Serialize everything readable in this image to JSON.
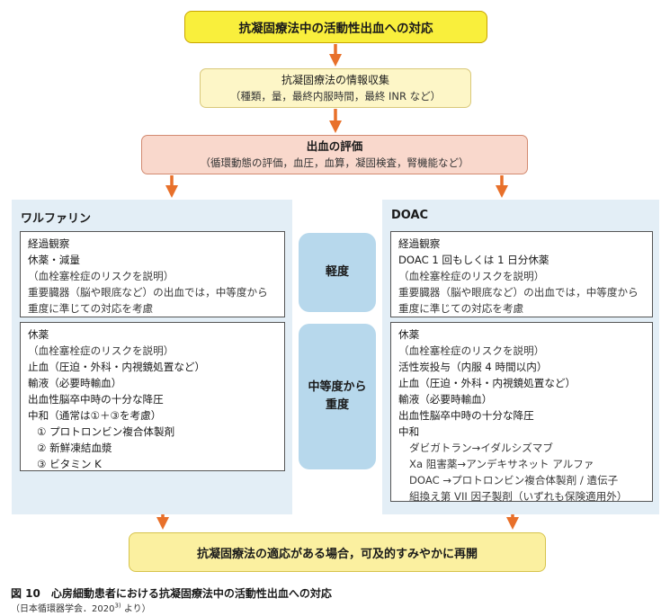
{
  "top_box": "抗凝固療法中の活動性出血への対応",
  "info_box": {
    "title": "抗凝固療法の情報収集",
    "detail": "（種類，量，最終内服時間，最終 INR など）"
  },
  "eval_box": {
    "title": "出血の評価",
    "detail": "（循環動態の評価，血圧，血算，凝固検査，腎機能など）"
  },
  "severity": {
    "mild": "軽度",
    "moderate_line1": "中等度から",
    "moderate_line2": "重度"
  },
  "warfarin": {
    "title": "ワルファリン",
    "mild_lines": [
      "経過観察",
      "休薬・減量",
      "（血栓塞栓症のリスクを説明）",
      "重要臓器（脳や眼底など）の出血では，中等度から",
      "重度に準じての対応を考慮"
    ],
    "severe_lines": [
      "休薬",
      "（血栓塞栓症のリスクを説明）",
      "止血（圧迫・外科・内視鏡処置など）",
      "輸液（必要時輸血）",
      "出血性脳卒中時の十分な降圧",
      "中和（通常は①＋③を考慮）",
      "① プロトロンビン複合体製剤",
      "② 新鮮凍結血漿",
      "③ ビタミン K"
    ]
  },
  "doac": {
    "title": "DOAC",
    "mild_lines": [
      "経過観察",
      "DOAC 1 回もしくは 1 日分休薬",
      "（血栓塞栓症のリスクを説明）",
      "重要臓器（脳や眼底など）の出血では，中等度から",
      "重度に準じての対応を考慮"
    ],
    "severe_lines": [
      "休薬",
      "（血栓塞栓症のリスクを説明）",
      "活性炭投与（内服 4 時間以内）",
      "止血（圧迫・外科・内視鏡処置など）",
      "輸液（必要時輸血）",
      "出血性脳卒中時の十分な降圧",
      "中和",
      "ダビガトラン→イダルシズマブ",
      "Xa 阻害薬→アンデキサネット アルファ",
      "DOAC →プロトロンビン複合体製剤 / 遺伝子",
      "組換え第 VII 因子製剤（いずれも保険適用外）"
    ]
  },
  "bottom_box": "抗凝固療法の適応がある場合，可及的すみやかに再開",
  "caption": "図 10　心房細動患者における抗凝固療法中の活動性出血への対応",
  "source_prefix": "（日本循環器学会．2020",
  "source_sup": "3)",
  "source_suffix": " より）",
  "colors": {
    "arrow": "#e8702a",
    "panel": "#e3eef6",
    "severity": "#b7d8ec",
    "top_box": "#f9ef3c",
    "eval_box": "#f9d8cc",
    "bottom_box": "#fbf0a0"
  }
}
